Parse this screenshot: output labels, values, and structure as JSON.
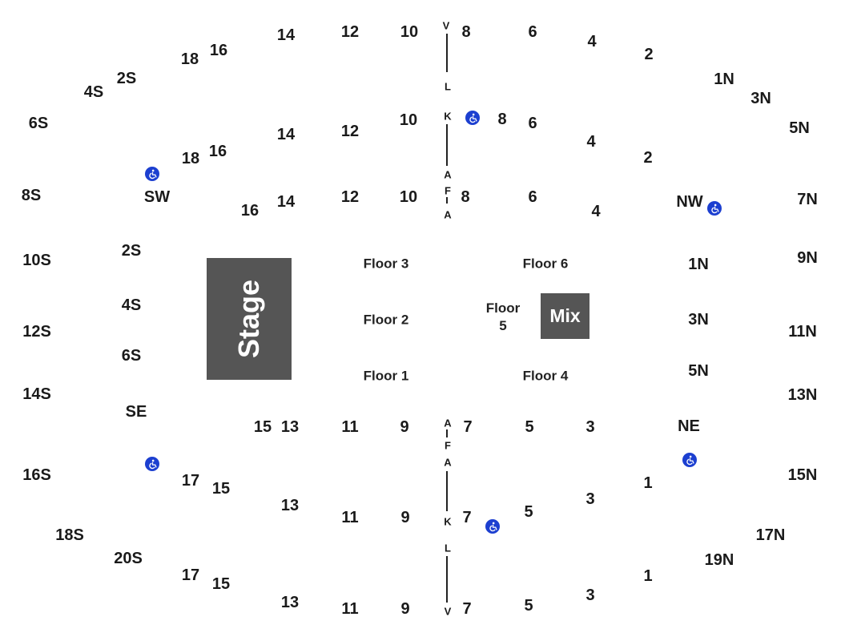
{
  "stage": {
    "label": "Stage"
  },
  "mix": {
    "label": "Mix"
  },
  "floor5": {
    "line1": "Floor",
    "line2": "5"
  },
  "floors": [
    "Floor 3",
    "Floor 6",
    "Floor 2",
    "Floor 1",
    "Floor 4"
  ],
  "sections": [
    "14",
    "12",
    "10",
    "8",
    "6",
    "4",
    "2",
    "18",
    "16",
    "2S",
    "4S",
    "6S",
    "1N",
    "3N",
    "5N",
    "10",
    "8",
    "6",
    "14",
    "12",
    "4",
    "2",
    "18",
    "16",
    "8S",
    "SW",
    "NW",
    "7N",
    "14",
    "12",
    "10",
    "8",
    "6",
    "4",
    "16",
    "10S",
    "2S",
    "9N",
    "1N",
    "4S",
    "12S",
    "3N",
    "11N",
    "6S",
    "14S",
    "5N",
    "13N",
    "SE",
    "NE",
    "15",
    "13",
    "11",
    "9",
    "7",
    "5",
    "3",
    "16S",
    "17",
    "15",
    "15N",
    "1",
    "13",
    "11",
    "9",
    "7",
    "5",
    "3",
    "18S",
    "17N",
    "20S",
    "19N",
    "17",
    "1",
    "15",
    "13",
    "11",
    "9",
    "7",
    "5",
    "3"
  ],
  "rows_top": [
    "V",
    "L",
    "K",
    "A",
    "F",
    "A"
  ],
  "rows_bottom": [
    "A",
    "F",
    "A",
    "K",
    "L",
    "V"
  ],
  "accessibility_icon": "wheelchair-icon",
  "colors": {
    "stage": "#555555",
    "mix": "#555555",
    "accessible": "#1c3fd0",
    "text": "#1a1a1a"
  }
}
